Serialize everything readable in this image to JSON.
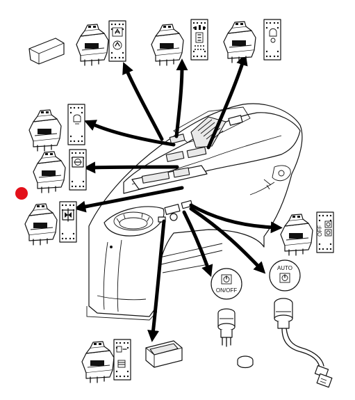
{
  "labels": {
    "auto_label": "AUTO",
    "onoff_label": "ON/OFF",
    "off_label": "OFF"
  },
  "colors": {
    "marker": "#e3101a",
    "line": "#111111",
    "arrow": "#000000"
  }
}
